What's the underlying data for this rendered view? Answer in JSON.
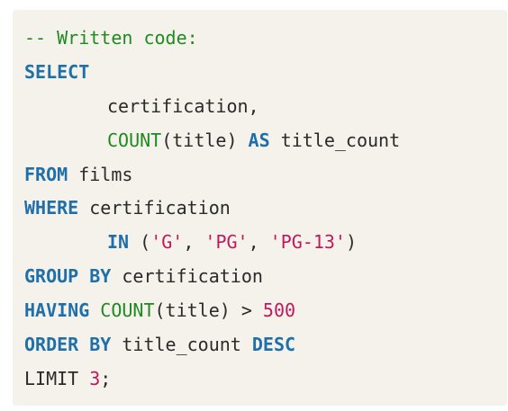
{
  "code": {
    "comment": "-- Written code:",
    "select_kw": "SELECT",
    "col1": "certification,",
    "count_fn_1": "COUNT",
    "count_arg_1": "(title) ",
    "as_kw": "AS",
    "alias": " title_count",
    "from_kw": "FROM",
    "from_table": " films",
    "where_kw": "WHERE",
    "where_col": " certification",
    "in_kw": "IN",
    "paren_open": " (",
    "str_g": "'G'",
    "comma1": ", ",
    "str_pg": "'PG'",
    "comma2": ", ",
    "str_pg13": "'PG-13'",
    "paren_close": ")",
    "group_kw": "GROUP BY",
    "group_col": " certification",
    "having_kw": "HAVING",
    "count_fn_2": " COUNT",
    "count_arg_2": "(title) > ",
    "num_500": "500",
    "order_kw": "ORDER BY",
    "order_col": " title_count ",
    "desc_kw": "DESC",
    "limit_kw": "LIMIT ",
    "num_3": "3",
    "semicolon": ";"
  },
  "colors": {
    "background": "#f5f2ec",
    "keyword": "#1f6fa8",
    "function": "#1f8a1f",
    "comment": "#1f8a1f",
    "string": "#c2185b",
    "number": "#c2185b",
    "text": "#2a2a2a"
  }
}
